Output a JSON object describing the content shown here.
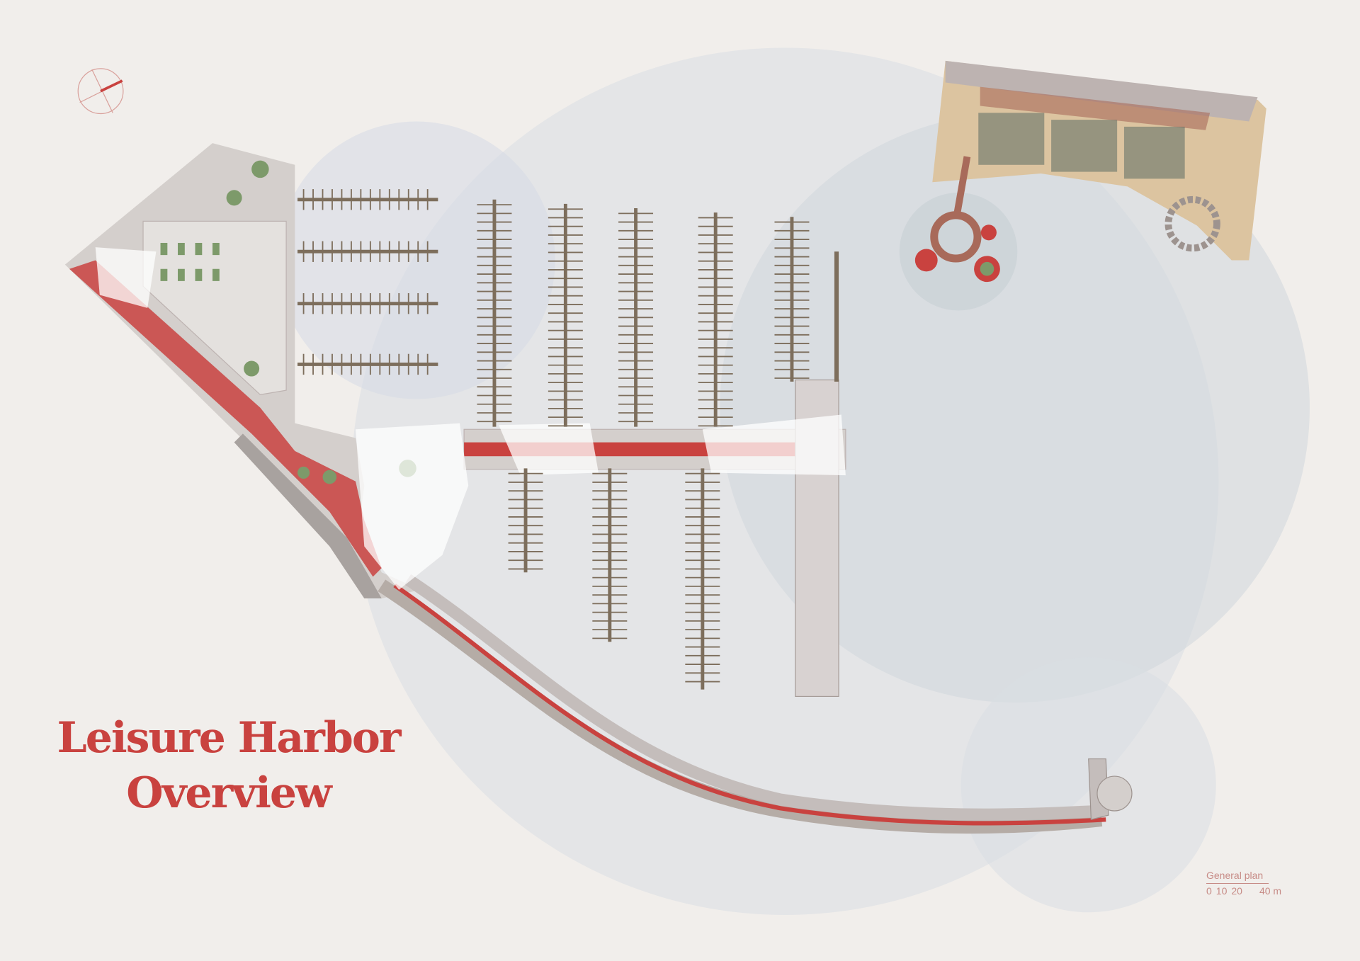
{
  "title": {
    "line1": "Leisure Harbor",
    "line2": "Overview"
  },
  "scale_bar": {
    "label": "General plan",
    "ticks": [
      "0",
      "10",
      "20",
      "40 m"
    ]
  },
  "colors": {
    "accent": "#c9423f",
    "background": "#f1eeeb",
    "water_zone": "#dfe3e6",
    "dock": "#7d6e5c",
    "promenade": "#bdb3b1",
    "greenery": "#7d9a6a",
    "sand": "#dcc4a0"
  }
}
